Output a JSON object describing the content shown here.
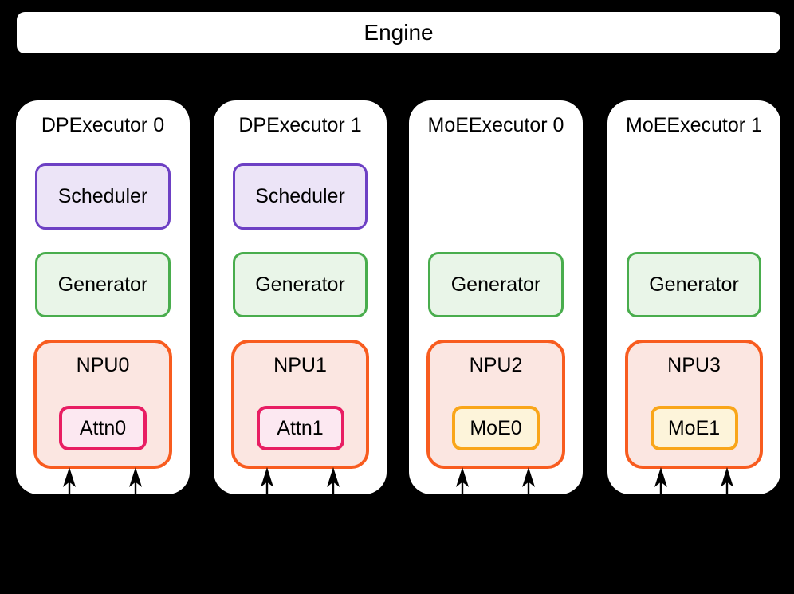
{
  "engine": {
    "label": "Engine"
  },
  "executors": [
    {
      "name": "DPExecutor 0",
      "scheduler": "Scheduler",
      "generator": "Generator",
      "npu": {
        "name": "NPU0",
        "module": "Attn0",
        "module_type": "attn"
      }
    },
    {
      "name": "DPExecutor 1",
      "scheduler": "Scheduler",
      "generator": "Generator",
      "npu": {
        "name": "NPU1",
        "module": "Attn1",
        "module_type": "attn"
      }
    },
    {
      "name": "MoEExecutor 0",
      "generator": "Generator",
      "npu": {
        "name": "NPU2",
        "module": "MoE0",
        "module_type": "moe"
      }
    },
    {
      "name": "MoEExecutor 1",
      "generator": "Generator",
      "npu": {
        "name": "NPU3",
        "module": "MoE1",
        "module_type": "moe"
      }
    }
  ],
  "colors": {
    "background": "#000000",
    "panel_fill": "#ffffff",
    "text": "#000000",
    "scheduler_border": "#6d40c4",
    "scheduler_fill": "#ece4f7",
    "generator_border": "#49ad4d",
    "generator_fill": "#e9f5e8",
    "npu_border": "#f85c1f",
    "npu_fill": "#fbe6e1",
    "attn_border": "#e81e63",
    "attn_fill": "#fce8f1",
    "moe_border": "#f9a61a",
    "moe_fill": "#fdf4da",
    "arrow": "#000000"
  }
}
